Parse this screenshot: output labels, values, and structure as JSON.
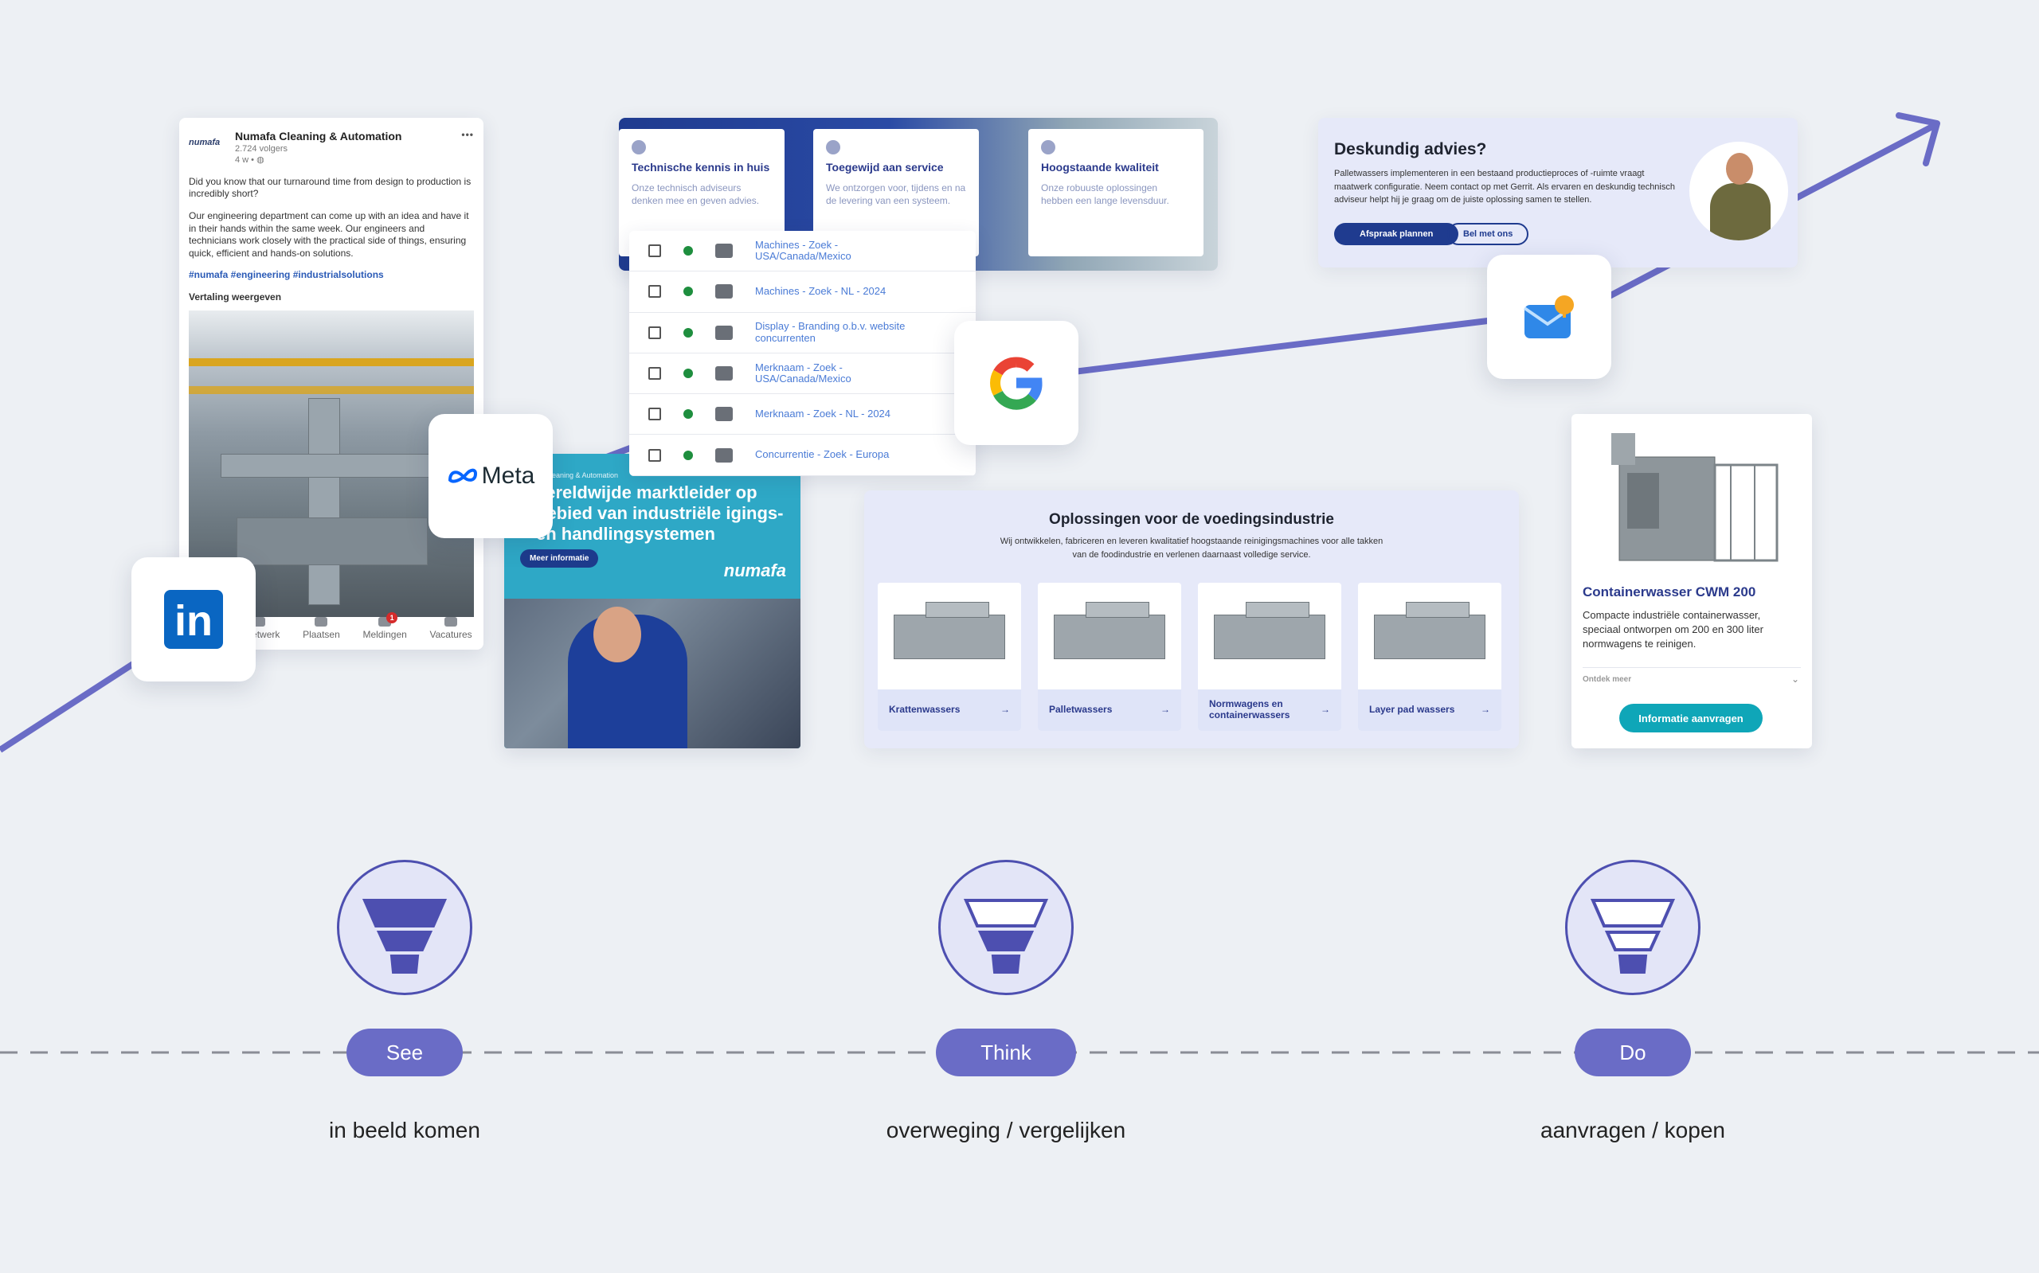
{
  "colors": {
    "background": "#edf0f4",
    "accent": "#6a6cc6",
    "dark_accent": "#4d4fb0",
    "linkedin": "#0a66c2",
    "teal": "#0fa6b8"
  },
  "linkedin_post": {
    "company": "Numafa Cleaning & Automation",
    "followers": "2.724 volgers",
    "age": "4 w • ◍",
    "logo_text": "numafa",
    "p1": "Did you know that our turnaround time from design to production is incredibly short?",
    "p2": "Our engineering department can come up with an idea and have it in their hands within the same week. Our engineers and technicians work closely with the practical side of things, ensuring quick, efficient and hands-on solutions.",
    "tags": "#numafa #engineering #industrialsolutions",
    "translate": "Vertaling weergeven",
    "nav": [
      "n netwerk",
      "Plaatsen",
      "Meldingen",
      "Vacatures"
    ],
    "notif_count": "1"
  },
  "services": [
    {
      "title": "Technische kennis in huis",
      "desc": "Onze technisch adviseurs denken mee en geven advies."
    },
    {
      "title": "Toegewijd aan service",
      "desc": "We ontzorgen voor, tijdens en na de levering van een systeem."
    },
    {
      "title": "Hoogstaande kwaliteit",
      "desc": "Onze robuuste oplossingen hebben een lange levensduur."
    }
  ],
  "campaigns": [
    {
      "name": "Machines - Zoek - USA/Canada/Mexico",
      "icon": "search-icon"
    },
    {
      "name": "Machines - Zoek - NL - 2024",
      "icon": "search-icon"
    },
    {
      "name": "Display - Branding o.b.v. website concurrenten",
      "icon": "display-icon"
    },
    {
      "name": "Merknaam - Zoek - USA/Canada/Mexico",
      "icon": "search-icon"
    },
    {
      "name": "Merknaam - Zoek - NL - 2024",
      "icon": "search-icon"
    },
    {
      "name": "Concurrentie - Zoek - Europa",
      "icon": "search-icon"
    }
  ],
  "banner_ad": {
    "small": "eaning & Automation",
    "headline": "vereldwijde marktleider op gebied van industriële igings- en handlingsystemen",
    "button": "Meer informatie",
    "logo": "numafa"
  },
  "meta_label": "Meta",
  "food": {
    "title": "Oplossingen voor de voedingsindustrie",
    "desc": "Wij ontwikkelen, fabriceren en leveren kwalitatief hoogstaande reinigingsmachines voor alle takken van de foodindustrie en verlenen daarnaast volledige service.",
    "products": [
      {
        "label": "Krattenwassers",
        "arrow": "→"
      },
      {
        "label": "Palletwassers",
        "arrow": "→"
      },
      {
        "label": "Normwagens en containerwassers",
        "arrow": "→"
      },
      {
        "label": "Layer pad wassers",
        "arrow": "→"
      }
    ]
  },
  "advice": {
    "title": "Deskundig advies?",
    "desc": "Palletwassers implementeren in een bestaand productieproces of -ruimte vraagt maatwerk configuratie. Neem contact op met Gerrit. Als ervaren en deskundig technisch adviseur helpt hij je graag om de juiste oplossing samen te stellen.",
    "btn_primary": "Afspraak plannen",
    "btn_secondary": "Bel met ons"
  },
  "product": {
    "title": "Containerwasser CWM 200",
    "desc": "Compacte industriële containerwasser, speciaal ontworpen om 200 en 300 liter normwagens te reinigen.",
    "more": "Ontdek meer",
    "cta": "Informatie aanvragen"
  },
  "stages": [
    {
      "label": "See",
      "caption": "in beeld komen",
      "fill_level": 3
    },
    {
      "label": "Think",
      "caption": "overweging / vergelijken",
      "fill_level": 2
    },
    {
      "label": "Do",
      "caption": "aanvragen / kopen",
      "fill_level": 1
    }
  ]
}
